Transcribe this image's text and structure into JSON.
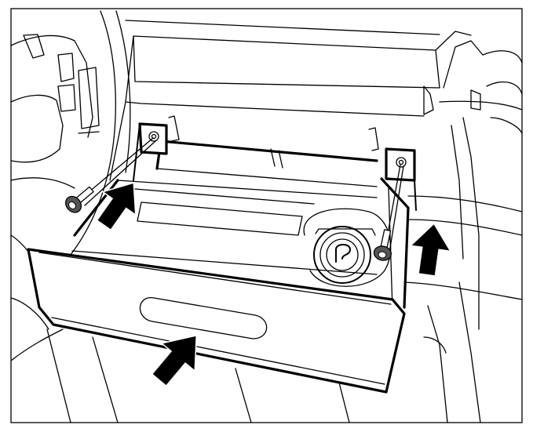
{
  "figure": {
    "subject": "",
    "arrows": [
      {
        "id": "left-clip-arrow",
        "icon": "push-arrow-icon"
      },
      {
        "id": "right-clip-arrow",
        "icon": "push-arrow-icon"
      },
      {
        "id": "front-push-arrow",
        "icon": "push-arrow-icon"
      }
    ],
    "screws": [
      {
        "id": "left-screw",
        "icon": "screw-icon"
      },
      {
        "id": "right-screw",
        "icon": "screw-icon"
      }
    ],
    "colors": {
      "line": "#000000",
      "background": "#ffffff"
    }
  }
}
